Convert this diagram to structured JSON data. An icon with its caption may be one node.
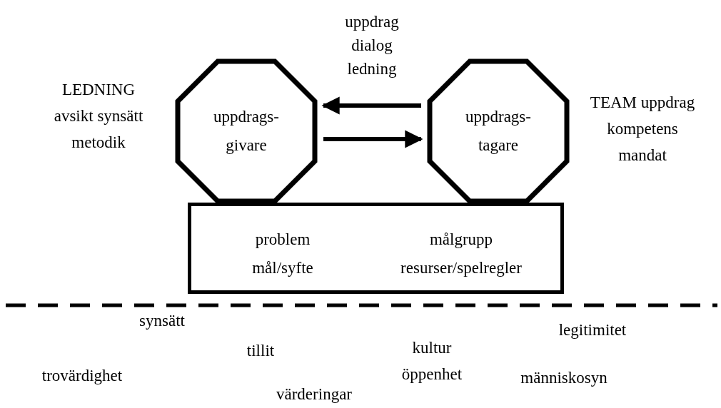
{
  "diagram": {
    "nodes": [
      {
        "text": [
          "uppdrags- givare"
        ],
        "beside": [
          "LEDNING avsikt synsätt metodik"
        ]
      },
      {
        "text": [
          "uppdrags- tagare"
        ],
        "beside": [
          "TEAM uppdrag kompetens mandat"
        ]
      },
      {
        "text": [
          "problem mål/syfte",
          "målgrupp resurser/spelregler"
        ]
      }
    ],
    "edges": [
      {
        "from": 1,
        "to": 0,
        "arrow": "to"
      },
      {
        "from": 0,
        "to": 1,
        "arrow": "to"
      }
    ],
    "labels": [
      "uppdrag dialog ledning",
      "synsätt",
      "legitimitet",
      "tillit",
      "kultur",
      "trovärdighet",
      "öppenhet",
      "människosyn",
      "värderingar"
    ]
  }
}
